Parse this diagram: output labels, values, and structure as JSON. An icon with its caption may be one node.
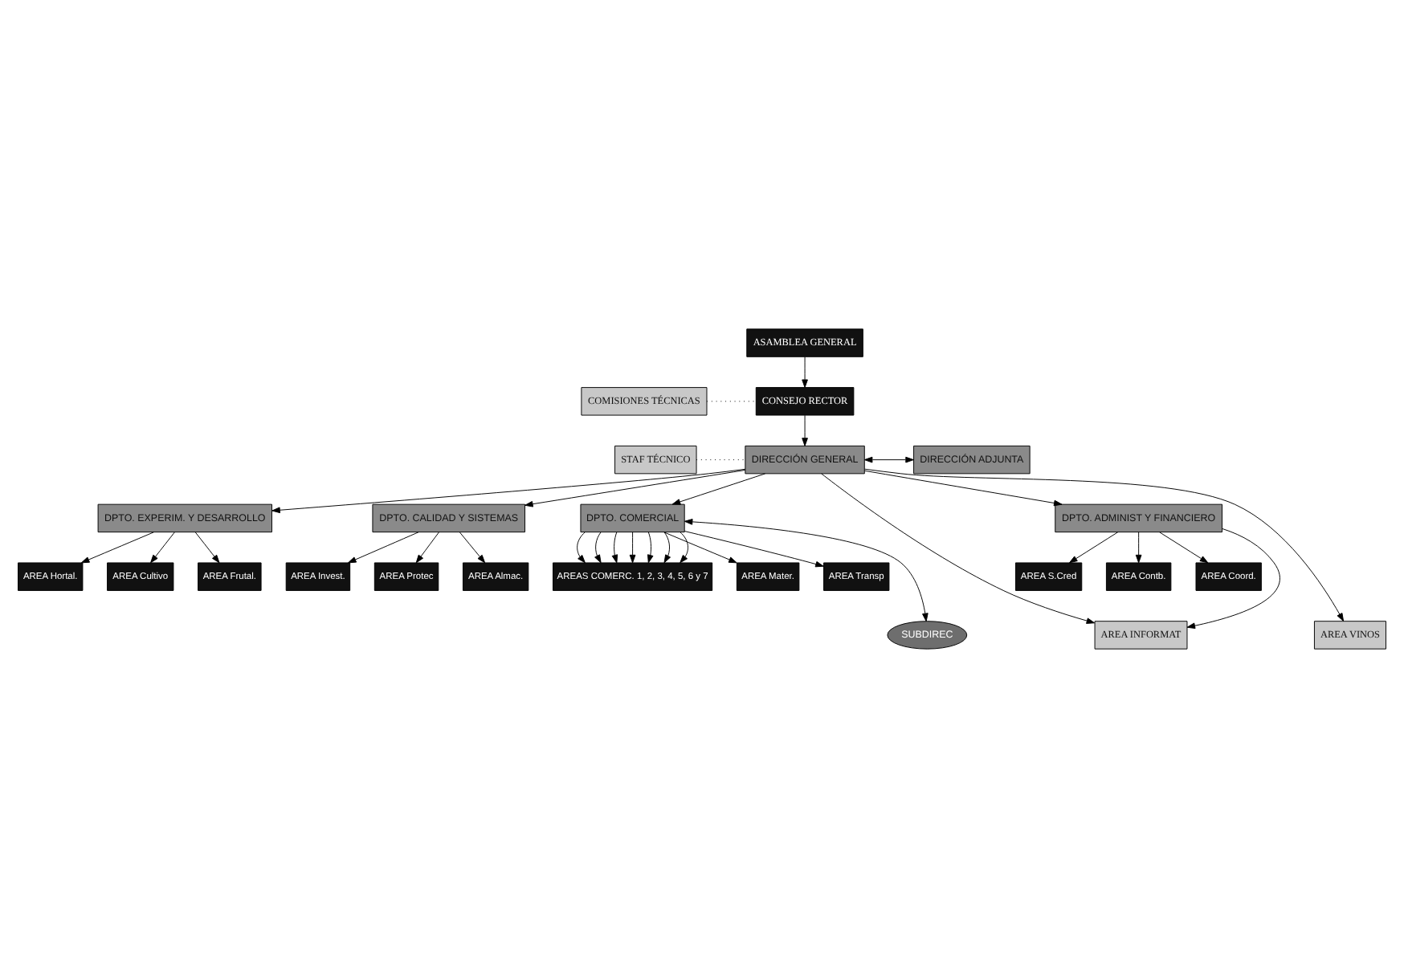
{
  "diagram": {
    "nodes": [
      {
        "text": [
          "ASAMBLEA GENERAL"
        ]
      },
      {
        "text": [
          "COMISIONES TÉCNICAS"
        ]
      },
      {
        "text": [
          "CONSEJO RECTOR"
        ]
      },
      {
        "text": [
          "DIRECCIÓN GENERAL"
        ]
      },
      {
        "text": [
          "DIRECCIÓN ADJUNTA"
        ]
      },
      {
        "text": [
          "STAF TÉCNICO"
        ]
      },
      {
        "text": [
          "DPTO. EXPERIM. Y DESARROLLO"
        ]
      },
      {
        "text": [
          "DPTO. CALIDAD Y SISTEMAS"
        ]
      },
      {
        "text": [
          "DPTO. COMERCIAL"
        ]
      },
      {
        "text": [
          "DPTO. ADMINIST Y FINANCIERO"
        ]
      },
      {
        "text": [
          "AREA VINOS"
        ]
      },
      {
        "text": [
          "SUBDIREC"
        ]
      },
      {
        "text": [
          "AREA INFORMAT"
        ]
      },
      {
        "text": [
          "AREA Frutal."
        ]
      },
      {
        "text": [
          "AREA Hortal."
        ]
      },
      {
        "text": [
          "AREA Cultivo"
        ]
      },
      {
        "text": [
          "AREA Almac."
        ]
      },
      {
        "text": [
          "AREA Invest."
        ]
      },
      {
        "text": [
          "AREA Protec"
        ]
      },
      {
        "text": [
          "AREAS COMERC. 1, 2, 3, 4, 5, 6 y 7"
        ]
      },
      {
        "text": [
          "AREA Mater."
        ]
      },
      {
        "text": [
          "AREA Transp"
        ]
      },
      {
        "text": [
          "AREA S.Cred"
        ]
      },
      {
        "text": [
          "AREA Contb."
        ]
      },
      {
        "text": [
          "AREA Coord."
        ]
      }
    ],
    "edges": [
      {
        "from": 0,
        "to": 2,
        "arrow": "to"
      },
      {
        "from": 1,
        "to": 2,
        "arrow": "none",
        "style": "dashed"
      },
      {
        "from": 2,
        "to": 3,
        "arrow": "to"
      },
      {
        "from": 3,
        "to": 4,
        "arrow": "both"
      },
      {
        "from": 5,
        "to": 3,
        "arrow": "none",
        "style": "dashed"
      },
      {
        "from": 3,
        "to": 6,
        "arrow": "to"
      },
      {
        "from": 3,
        "to": 7,
        "arrow": "to"
      },
      {
        "from": 3,
        "to": 8,
        "arrow": "to"
      },
      {
        "from": 3,
        "to": 9,
        "arrow": "to"
      },
      {
        "from": 3,
        "to": 10,
        "arrow": "to"
      },
      {
        "from": 3,
        "to": 12,
        "arrow": "to"
      },
      {
        "from": 11,
        "to": 8,
        "arrow": "both"
      },
      {
        "from": 9,
        "to": 12,
        "arrow": "to"
      },
      {
        "from": 6,
        "to": 13,
        "arrow": "to"
      },
      {
        "from": 6,
        "to": 14,
        "arrow": "to"
      },
      {
        "from": 6,
        "to": 15,
        "arrow": "to"
      },
      {
        "from": 7,
        "to": 16,
        "arrow": "to"
      },
      {
        "from": 7,
        "to": 17,
        "arrow": "to"
      },
      {
        "from": 7,
        "to": 18,
        "arrow": "to"
      },
      {
        "from": 8,
        "to": 19,
        "arrow": "to"
      },
      {
        "from": 8,
        "to": 19,
        "arrow": "to"
      },
      {
        "from": 8,
        "to": 19,
        "arrow": "to"
      },
      {
        "from": 8,
        "to": 19,
        "arrow": "to"
      },
      {
        "from": 8,
        "to": 19,
        "arrow": "to"
      },
      {
        "from": 8,
        "to": 19,
        "arrow": "to"
      },
      {
        "from": 8,
        "to": 19,
        "arrow": "to"
      },
      {
        "from": 8,
        "to": 20,
        "arrow": "to"
      },
      {
        "from": 8,
        "to": 21,
        "arrow": "to"
      },
      {
        "from": 9,
        "to": 22,
        "arrow": "to"
      },
      {
        "from": 9,
        "to": 23,
        "arrow": "to"
      },
      {
        "from": 9,
        "to": 24,
        "arrow": "to"
      }
    ]
  }
}
